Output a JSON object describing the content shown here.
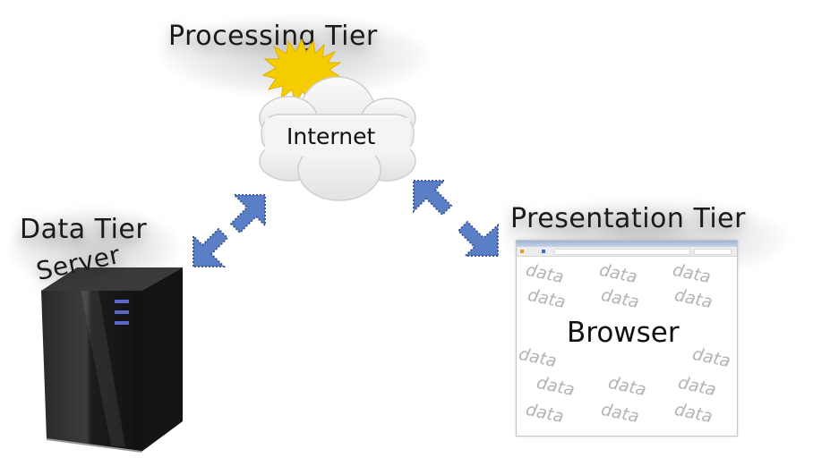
{
  "tiers": {
    "processing": {
      "label": "Processing Tier",
      "node": "Internet"
    },
    "data": {
      "label": "Data Tier",
      "node": "Server"
    },
    "presentation": {
      "label": "Presentation Tier",
      "node": "Browser"
    }
  },
  "browser_words": [
    "data",
    "data",
    "data",
    "data",
    "data",
    "data",
    "data",
    "data",
    "data",
    "data",
    "data",
    "data",
    "data",
    "data"
  ],
  "colors": {
    "arrow": "#5b7fc7",
    "arrow_edge": "#3d5790",
    "sun": "#f5cc00",
    "server": "#1e1e1e",
    "server_led": "#5a67c8"
  },
  "icons": {
    "cloud": "cloud-icon",
    "sun": "sun-icon",
    "server": "server-icon",
    "arrow": "double-arrow-icon",
    "browser": "browser-window-icon"
  }
}
